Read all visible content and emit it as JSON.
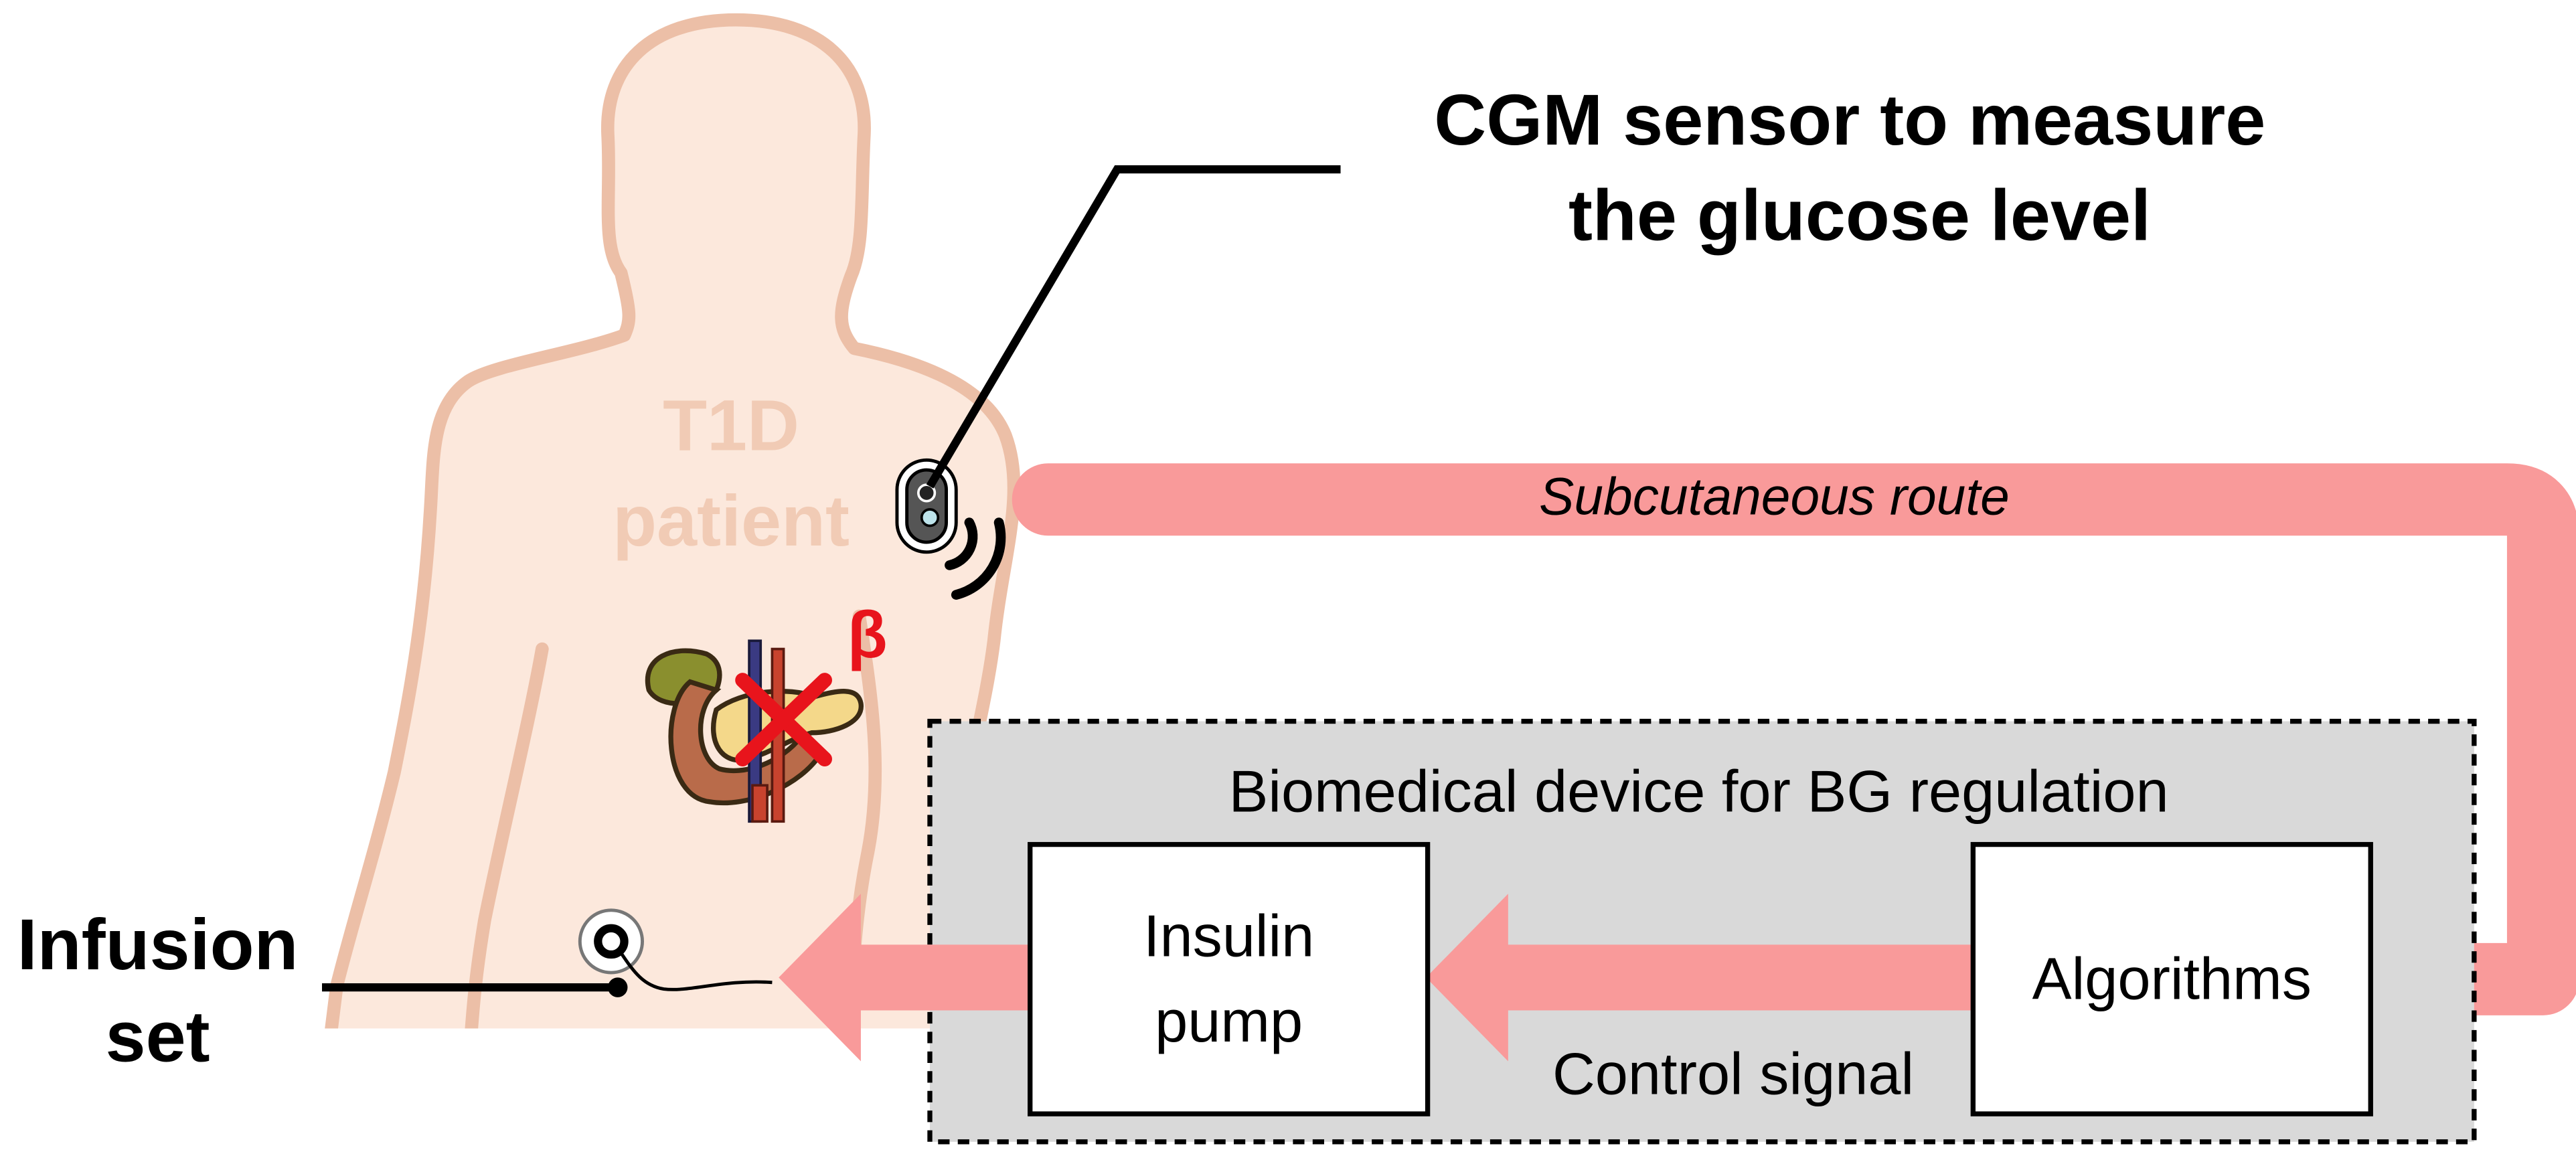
{
  "labels": {
    "patient_line1": "T1D",
    "patient_line2": "patient",
    "beta_symbol": "β",
    "cgm_line1": "CGM sensor to measure",
    "cgm_line2": "the glucose level",
    "route": "Subcutaneous route",
    "device_title": "Biomedical device for BG regulation",
    "pump_line1": "Insulin",
    "pump_line2": "pump",
    "algorithms": "Algorithms",
    "control_signal": "Control signal",
    "infusion_line1": "Infusion",
    "infusion_line2": "set"
  },
  "icons": [
    "pancreas-icon",
    "cgm-sensor-icon",
    "wireless-signal-icon",
    "infusion-set-icon",
    "destroyed-x-icon"
  ],
  "colors": {
    "body_fill": "#fce8dc",
    "body_outline": "#ecbfa7",
    "patient_text": "#f1cbb5",
    "arrow": "#f99a9a",
    "device_bg": "#d9d9d9",
    "beta_red": "#e8141c",
    "text": "#000000"
  }
}
